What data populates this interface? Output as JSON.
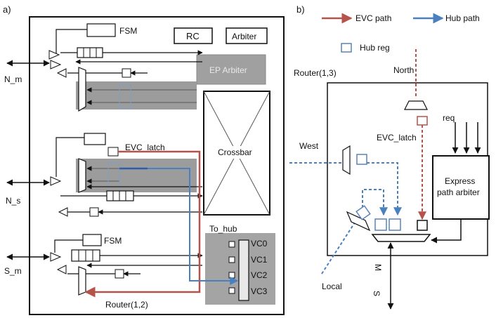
{
  "panel_a": {
    "tag": "a)",
    "rc": "RC",
    "arbiter": "Arbiter",
    "fsm_top": "FSM",
    "ep_arbiter": "EP Arbiter",
    "n_m": "N_m",
    "evc_latch": "EVC_latch",
    "crossbar": "Crossbar",
    "n_s": "N_s",
    "to_hub": "To_hub",
    "fsm_bottom": "FSM",
    "s_m": "S_m",
    "vc0": "VC0",
    "vc1": "VC1",
    "vc2": "VC2",
    "vc3": "VC3",
    "router": "Router(1,2)"
  },
  "panel_b": {
    "tag": "b)",
    "evc_path": "EVC path",
    "hub_path": "Hub path",
    "hub_reg": "Hub reg",
    "router": "Router(1,3)",
    "north": "North",
    "req": "req",
    "evc_latch": "EVC_latch",
    "west": "West",
    "express_line1": "Express",
    "express_line2": "path arbiter",
    "m": "M",
    "s": "S",
    "local": "Local"
  },
  "colors": {
    "evc": "#b5524a",
    "hub": "#4a80c0",
    "gray_region": "#9c9c9c",
    "hub_box": "#5a84b8"
  }
}
